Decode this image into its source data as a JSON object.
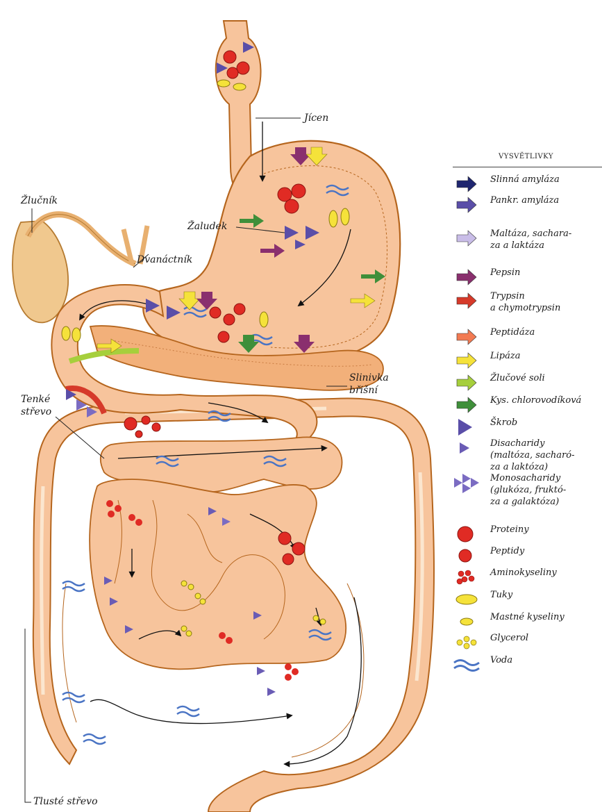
{
  "labels": {
    "jicen": "Jícen",
    "zlucnik": "Žlučník",
    "zaludek": "Žaludek",
    "dvanactnik": "Dvanáctník",
    "slinivka_1": "Slinivka",
    "slinivka_2": "břišní",
    "tenke_1": "Tenké",
    "tenke_2": "střevo",
    "tluste": "Tlusté střevo"
  },
  "legend": {
    "title": "VYSVĚTLIVKY",
    "items": [
      {
        "icon": "arrow-navy",
        "color": "#1f2670",
        "lines": [
          "Slinná amyláza"
        ]
      },
      {
        "icon": "arrow-blue-violet",
        "color": "#5a4ea8",
        "lines": [
          "Pankr. amyláza"
        ]
      },
      {
        "icon": "arrow-lavender",
        "color": "#c9bde8",
        "lines": [
          "Maltáza, sachara-",
          "za a laktáza"
        ]
      },
      {
        "icon": "arrow-purple",
        "color": "#8a2f6e",
        "lines": [
          "Pepsin"
        ]
      },
      {
        "icon": "arrow-red",
        "color": "#d63a2a",
        "lines": [
          "Trypsin",
          "a chymotrypsin"
        ]
      },
      {
        "icon": "arrow-orange",
        "color": "#f27a52",
        "lines": [
          "Peptidáza"
        ]
      },
      {
        "icon": "arrow-yellow",
        "color": "#f5e23a",
        "lines": [
          "Lipáza"
        ]
      },
      {
        "icon": "arrow-lime",
        "color": "#a6cf3c",
        "lines": [
          "Žlučové soli"
        ]
      },
      {
        "icon": "arrow-green",
        "color": "#3f8f3a",
        "lines": [
          "Kys. chlorovodíková"
        ]
      },
      {
        "icon": "triangle-large",
        "color": "#5a4ea8",
        "lines": [
          "Škrob"
        ]
      },
      {
        "icon": "triangle-small",
        "color": "#6a5cb5",
        "lines": [
          "Disacharidy",
          "(maltóza, sacharó-",
          "za a laktóza)"
        ]
      },
      {
        "icon": "triangles-three",
        "color": "#7b6cc2",
        "lines": [
          "Monosacharidy",
          "(glukóza, fruktó-",
          "za a galaktóza)"
        ]
      },
      {
        "icon": "circle-large-red",
        "color": "#e02b24",
        "lines": [
          "Proteiny"
        ]
      },
      {
        "icon": "circle-red",
        "color": "#e02b24",
        "lines": [
          "Peptidy"
        ]
      },
      {
        "icon": "circles-cluster-red",
        "color": "#e02b24",
        "lines": [
          "Aminokyseliny"
        ]
      },
      {
        "icon": "ellipse-yellow-large",
        "color": "#f5e23a",
        "lines": [
          "Tuky"
        ]
      },
      {
        "icon": "ellipse-yellow-small",
        "color": "#f5e23a",
        "lines": [
          "Mastné kyseliny"
        ]
      },
      {
        "icon": "circles-yellow-glycerol",
        "color": "#f5e23a",
        "lines": [
          "Glycerol"
        ]
      },
      {
        "icon": "waves-blue",
        "color": "#4a74c4",
        "lines": [
          "Voda"
        ]
      }
    ]
  },
  "colors": {
    "organ": "#f7c49c",
    "organ_outline": "#b5651d",
    "organ_inner": "#fbdcc0",
    "gallbladder": "#f0c88e",
    "pancreas": "#f2b07a"
  }
}
